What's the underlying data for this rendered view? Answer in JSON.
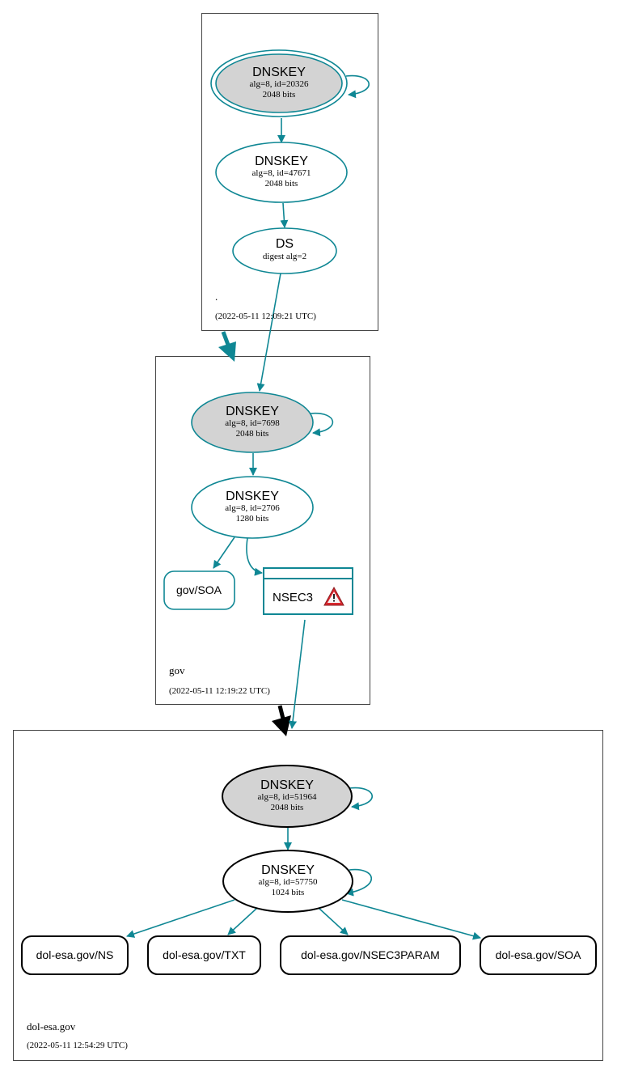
{
  "colors": {
    "teal": "#0f8794",
    "secure_fill": "#d3d3d3",
    "black": "#000000",
    "zone_border": "#444444",
    "warning_fill": "#d9282f"
  },
  "zones": {
    "root": {
      "name": ".",
      "timestamp": "(2022-05-11 12:09:21 UTC)"
    },
    "gov": {
      "name": "gov",
      "timestamp": "(2022-05-11 12:19:22 UTC)"
    },
    "dol": {
      "name": "dol-esa.gov",
      "timestamp": "(2022-05-11 12:54:29 UTC)"
    }
  },
  "nodes": {
    "root_ksk": {
      "title": "DNSKEY",
      "line1": "alg=8, id=20326",
      "line2": "2048 bits"
    },
    "root_zsk": {
      "title": "DNSKEY",
      "line1": "alg=8, id=47671",
      "line2": "2048 bits"
    },
    "root_ds": {
      "title": "DS",
      "line1": "digest alg=2"
    },
    "gov_ksk": {
      "title": "DNSKEY",
      "line1": "alg=8, id=7698",
      "line2": "2048 bits"
    },
    "gov_zsk": {
      "title": "DNSKEY",
      "line1": "alg=8, id=2706",
      "line2": "1280 bits"
    },
    "gov_soa": {
      "label": "gov/SOA"
    },
    "gov_nsec3": {
      "label": "NSEC3",
      "icon": "warning-icon"
    },
    "dol_ksk": {
      "title": "DNSKEY",
      "line1": "alg=8, id=51964",
      "line2": "2048 bits"
    },
    "dol_zsk": {
      "title": "DNSKEY",
      "line1": "alg=8, id=57750",
      "line2": "1024 bits"
    },
    "dol_ns": {
      "label": "dol-esa.gov/NS"
    },
    "dol_txt": {
      "label": "dol-esa.gov/TXT"
    },
    "dol_nsec3param": {
      "label": "dol-esa.gov/NSEC3PARAM"
    },
    "dol_soa": {
      "label": "dol-esa.gov/SOA"
    }
  }
}
